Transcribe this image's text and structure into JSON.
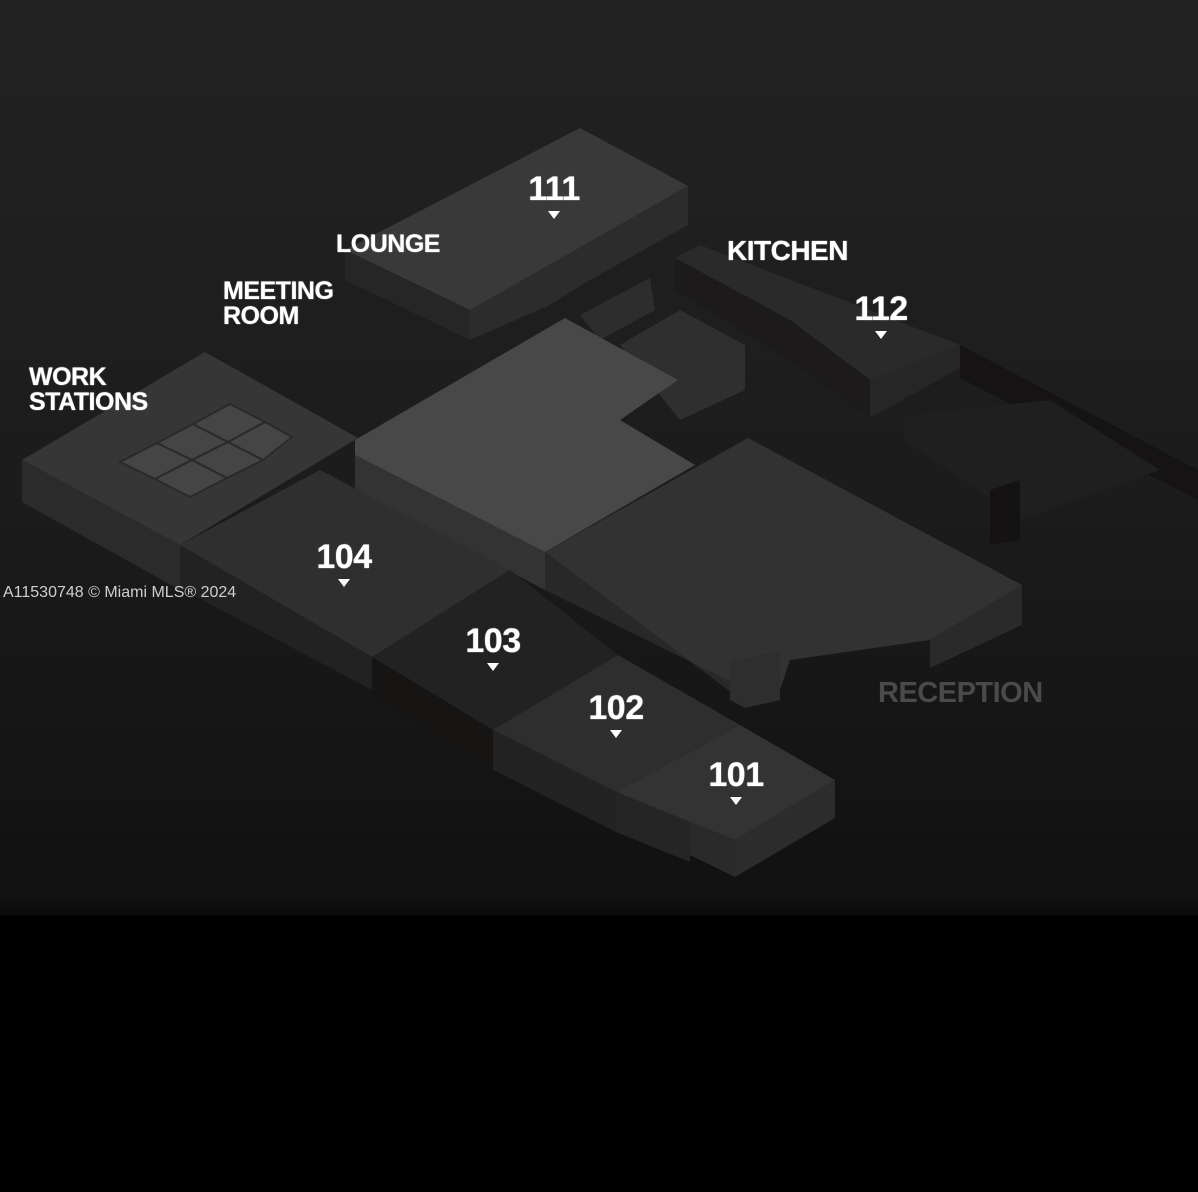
{
  "areas": {
    "lounge": "LOUNGE",
    "meeting_room": [
      "MEETING",
      "ROOM"
    ],
    "work_stations": [
      "WORK",
      "STATIONS"
    ],
    "kitchen": "KITCHEN",
    "reception": "RECEPTION"
  },
  "rooms": [
    "111",
    "112",
    "104",
    "103",
    "102",
    "101"
  ],
  "watermark": "A11530748 © Miami MLS® 2024"
}
